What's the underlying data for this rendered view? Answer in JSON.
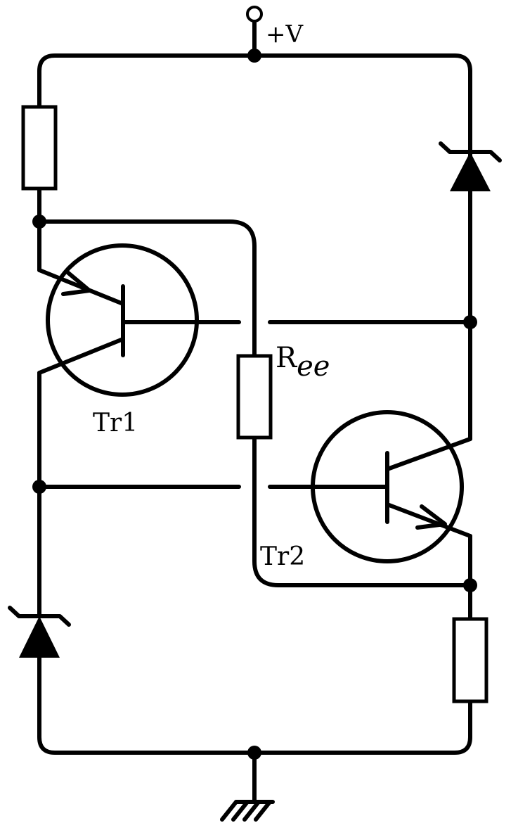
{
  "labels": {
    "supply": "+V",
    "transistor_1": "Tr1",
    "transistor_2": "Tr2",
    "resistor_ee_main": "R",
    "resistor_ee_sub": "ee"
  },
  "colors": {
    "ink": "#000000",
    "background": "#ffffff"
  },
  "icons": {
    "ground": "ground-icon",
    "supply_terminal": "supply-terminal-icon",
    "zener": "zener-diode-icon",
    "resistor": "resistor-icon",
    "pnp": "pnp-transistor-icon",
    "npn": "npn-transistor-icon",
    "junction": "junction-dot-icon"
  }
}
